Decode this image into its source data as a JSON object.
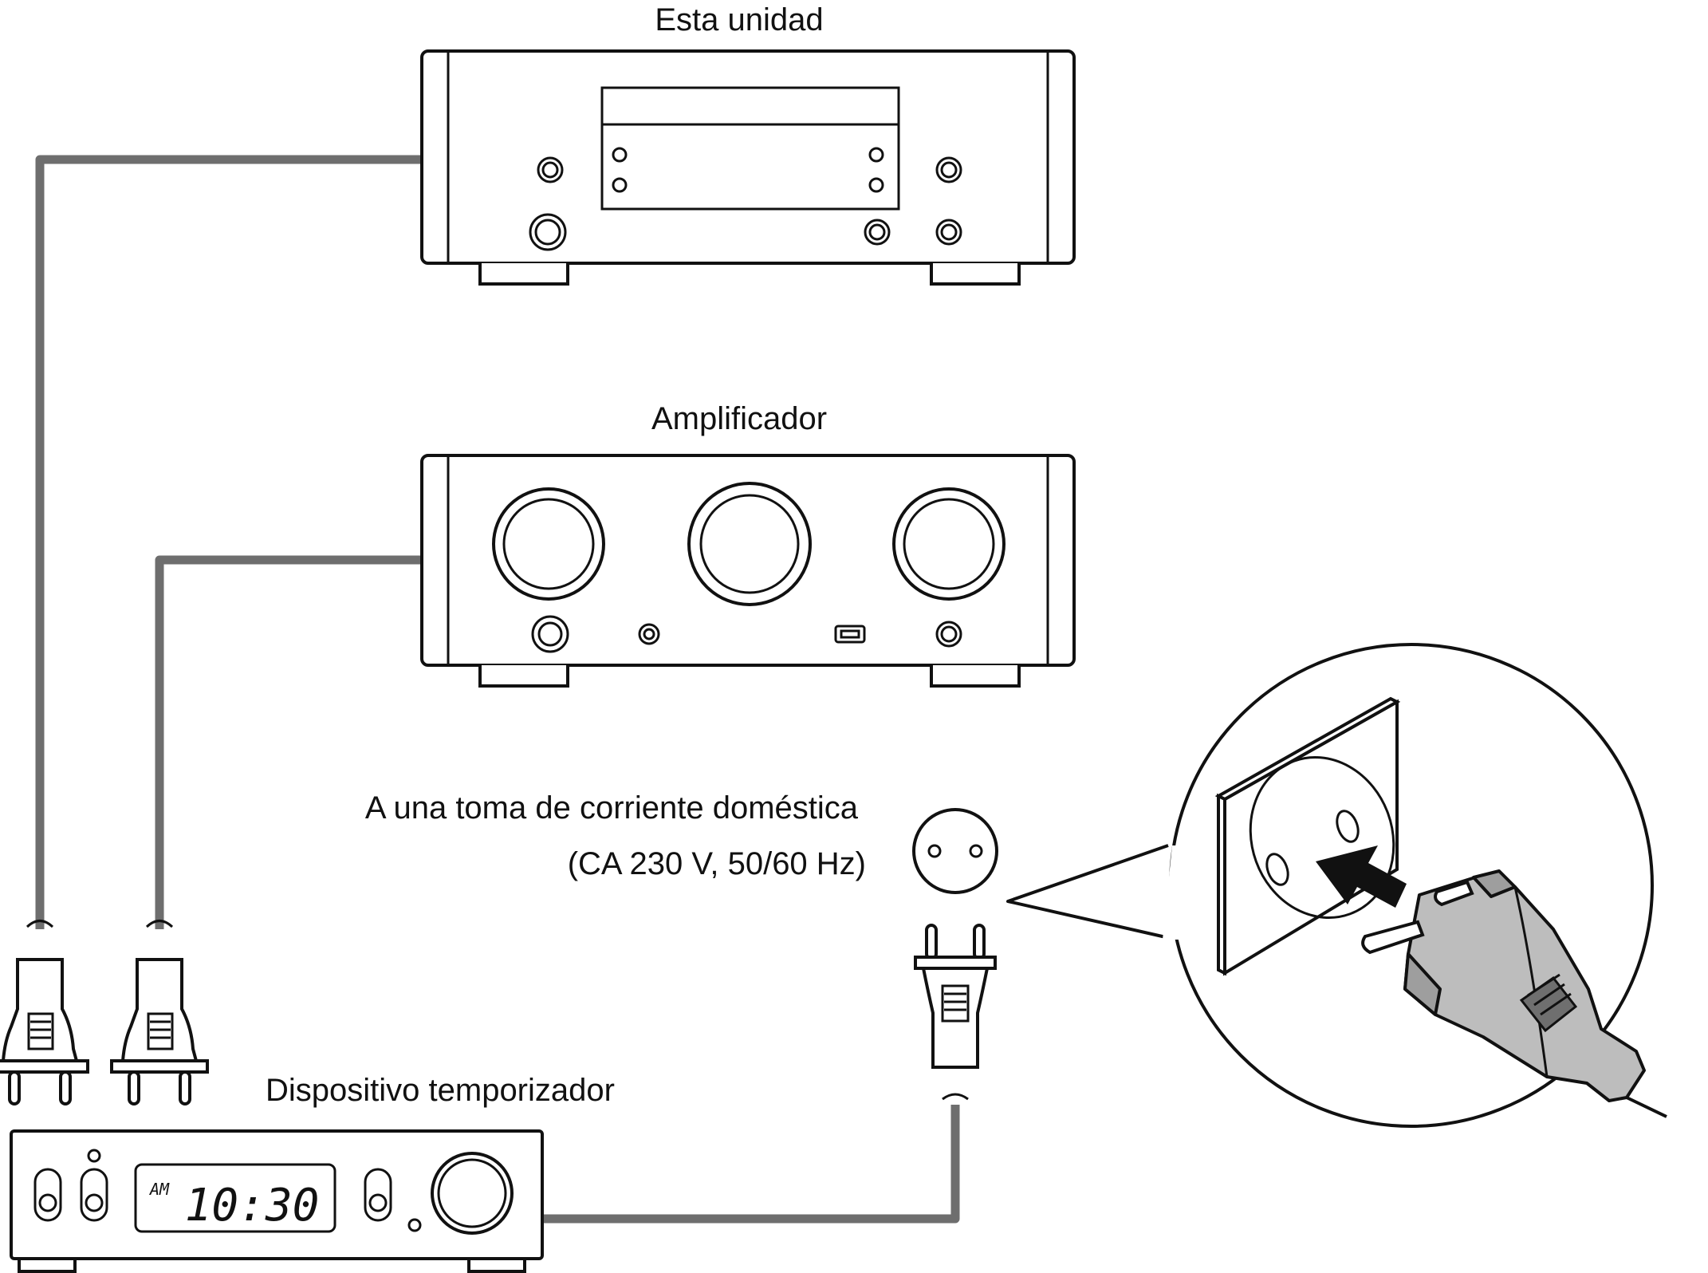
{
  "labels": {
    "this_unit": "Esta unidad",
    "amplifier": "Amplificador",
    "outlet_line1": "A una toma de corriente doméstica",
    "outlet_line2": "(CA 230 V, 50/60 Hz)",
    "timer": "Dispositivo temporizador"
  },
  "timer_display": {
    "ampm": "AM",
    "time": "10:30"
  },
  "colors": {
    "cord": "#6e6e6e",
    "plug_fill": "#bdbdbd",
    "arrow": "#111111",
    "line": "#111111"
  }
}
